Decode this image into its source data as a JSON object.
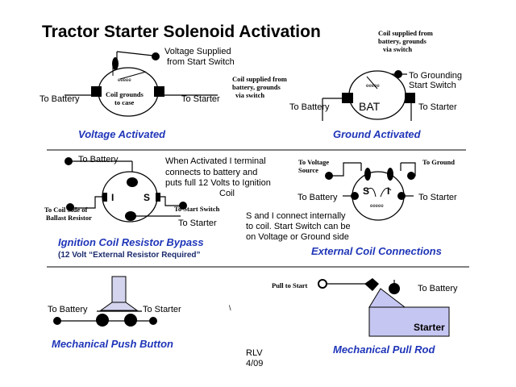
{
  "title": "Tractor Starter Solenoid Activation",
  "colors": {
    "caption": "#1f35b8",
    "line": "#000000",
    "divider": "#000000",
    "starter_fill": "#c6c6f2",
    "push_button_fill": "#d4d4ee"
  },
  "voltage_activated": {
    "caption": "Voltage Activated",
    "label_supply_1": "Voltage Supplied",
    "label_supply_2": "from Start Switch",
    "label_battery": "To Battery",
    "label_starter": "To Starter",
    "label_coil_1": "Coil grounds",
    "label_coil_2": "to case"
  },
  "ground_activated": {
    "caption": "Ground Activated",
    "note_top_1": "Coil supplied from",
    "note_top_2": "battery, grounds",
    "note_top_3": "via switch",
    "note_left_1": "Coil supplied from",
    "note_left_2": "battery, grounds",
    "note_left_3": "via switch",
    "label_grounding_1": "To Grounding",
    "label_grounding_2": "Start Switch",
    "label_battery": "To Battery",
    "label_starter": "To Starter",
    "label_bat": "BAT"
  },
  "ignition_bypass": {
    "caption": "Ignition Coil Resistor Bypass",
    "subcaption": "(12 Volt “External Resistor Required”",
    "label_battery": "To Battery",
    "label_coil_1": "To Coil Side of",
    "label_coil_2": "Ballast Resistor",
    "label_start_switch": "To Start Switch",
    "label_starter": "To Starter",
    "terminal_i": "I",
    "terminal_s": "S",
    "note_1": "When Activated  I  terminal",
    "note_2": "connects to battery and",
    "note_3": "puts full 12 Volts to Ignition",
    "note_4": "Coil"
  },
  "external_coil": {
    "caption": "External Coil Connections",
    "label_voltage_1": "To Voltage",
    "label_voltage_2": "Source",
    "label_ground": "To Ground",
    "label_battery": "To Battery",
    "label_starter": "To Starter",
    "terminal_s": "S",
    "terminal_i": "I",
    "note_1": "S and I connect internally",
    "note_2": "to coil.  Start Switch can be",
    "note_3": "on Voltage or Ground side"
  },
  "push_button": {
    "caption": "Mechanical Push Button",
    "label_battery": "To Battery",
    "label_starter": "To Starter"
  },
  "pull_rod": {
    "caption": "Mechanical Pull Rod",
    "label_pull": "Pull to Start",
    "label_battery": "To Battery",
    "label_starter": "Starter"
  },
  "stray_mark": "\\",
  "signature": {
    "initials": "RLV",
    "date": "4/09"
  }
}
